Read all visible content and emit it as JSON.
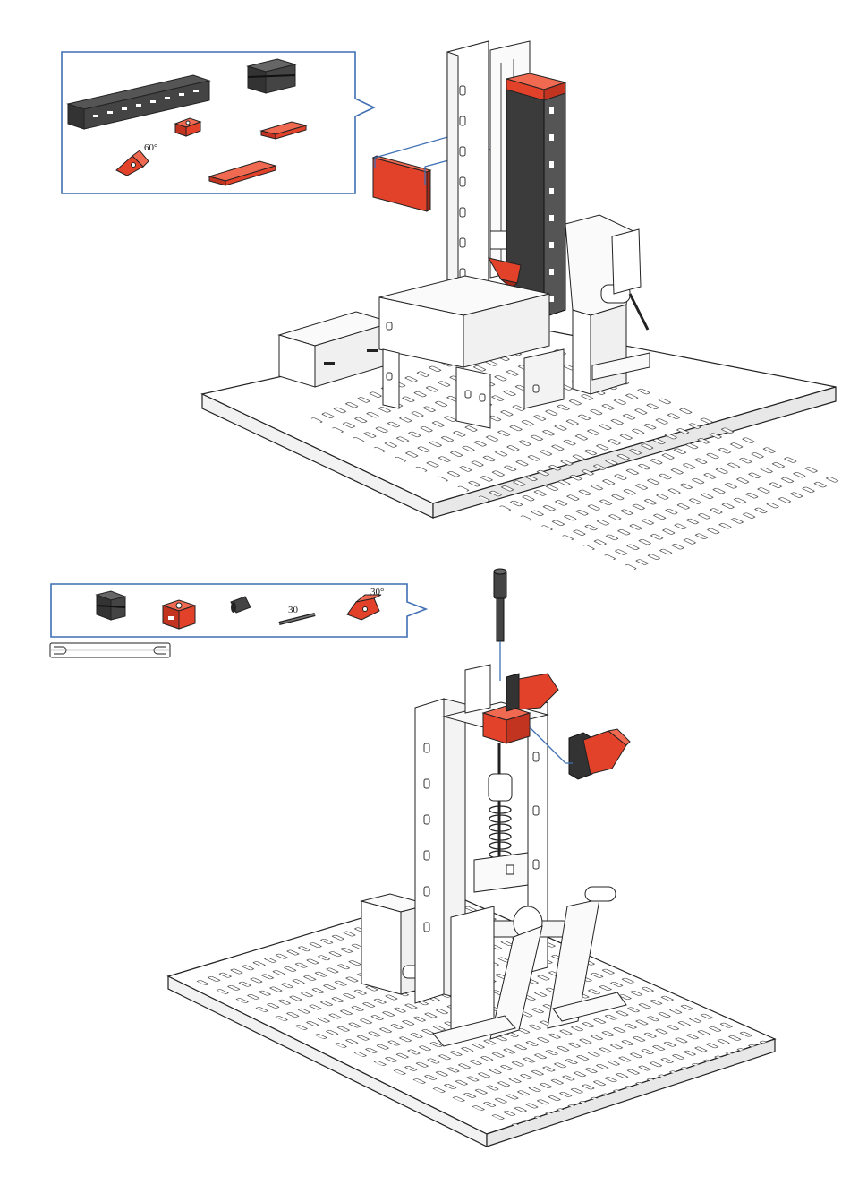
{
  "step1": {
    "parts_callout": {
      "angle_label": "60°"
    }
  },
  "step2": {
    "parts_callout": {
      "axle_label": "30",
      "angle_label": "30°"
    }
  },
  "colors": {
    "callout_border": "#3f6fb3",
    "red_part": "#e2412a",
    "dark_part": "#3a3a3a",
    "outline": "#222222"
  }
}
